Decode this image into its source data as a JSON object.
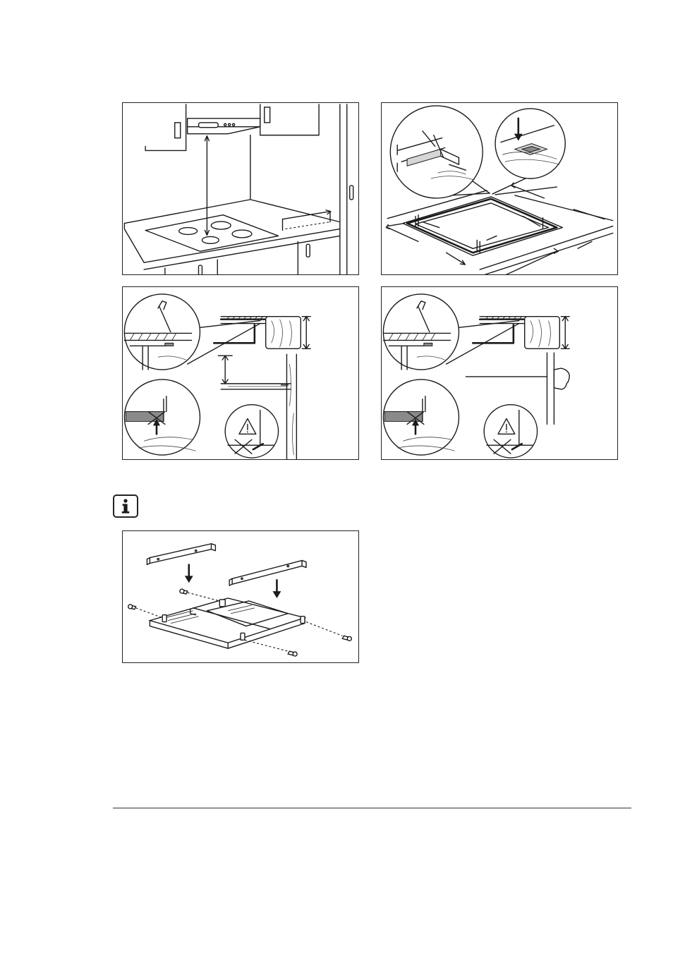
{
  "figures": [
    {
      "id": "fig-hood-clearance",
      "depicts": "range-hood-clearance-illustration"
    },
    {
      "id": "fig-cutout",
      "depicts": "worktop-cutout-gasket-illustration"
    },
    {
      "id": "fig-seal-drawer",
      "depicts": "sealing-with-drawer-illustration"
    },
    {
      "id": "fig-seal-door",
      "depicts": "sealing-with-door-illustration"
    },
    {
      "id": "fig-protection-box",
      "depicts": "protection-box-assembly-illustration"
    }
  ],
  "icons": {
    "info": "info-icon",
    "warning": "warning-triangle-icon",
    "arrow": "arrow-down-icon"
  },
  "colors": {
    "line": "#1a1a1a",
    "gasket_gray": "#8a8a8a",
    "background": "#ffffff"
  }
}
